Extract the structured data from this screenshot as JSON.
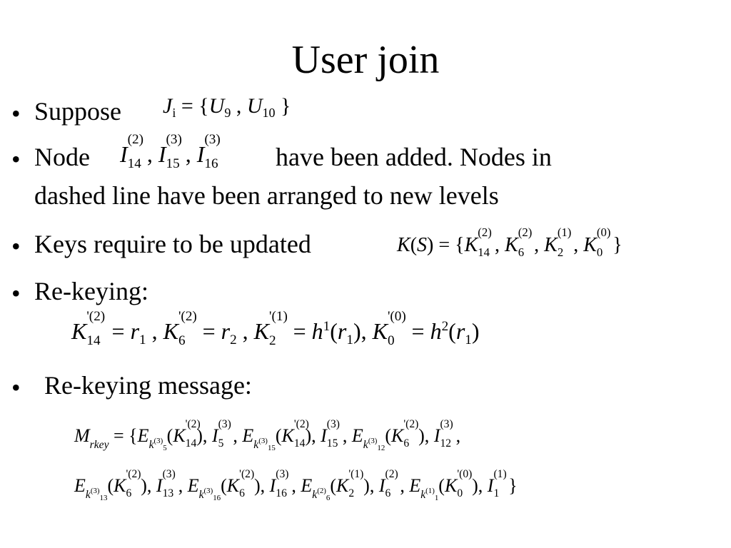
{
  "slide": {
    "title": "User join",
    "bullet_glyph": "•",
    "bullets": [
      {
        "text": "Suppose"
      },
      {
        "text_a": "Node",
        "text_b": "have been added. Nodes in",
        "text_c": "dashed line have been arranged to new levels"
      },
      {
        "text": "Keys require to be updated"
      },
      {
        "text": "Re-keying:"
      },
      {
        "text": "Re-keying message:"
      }
    ]
  }
}
